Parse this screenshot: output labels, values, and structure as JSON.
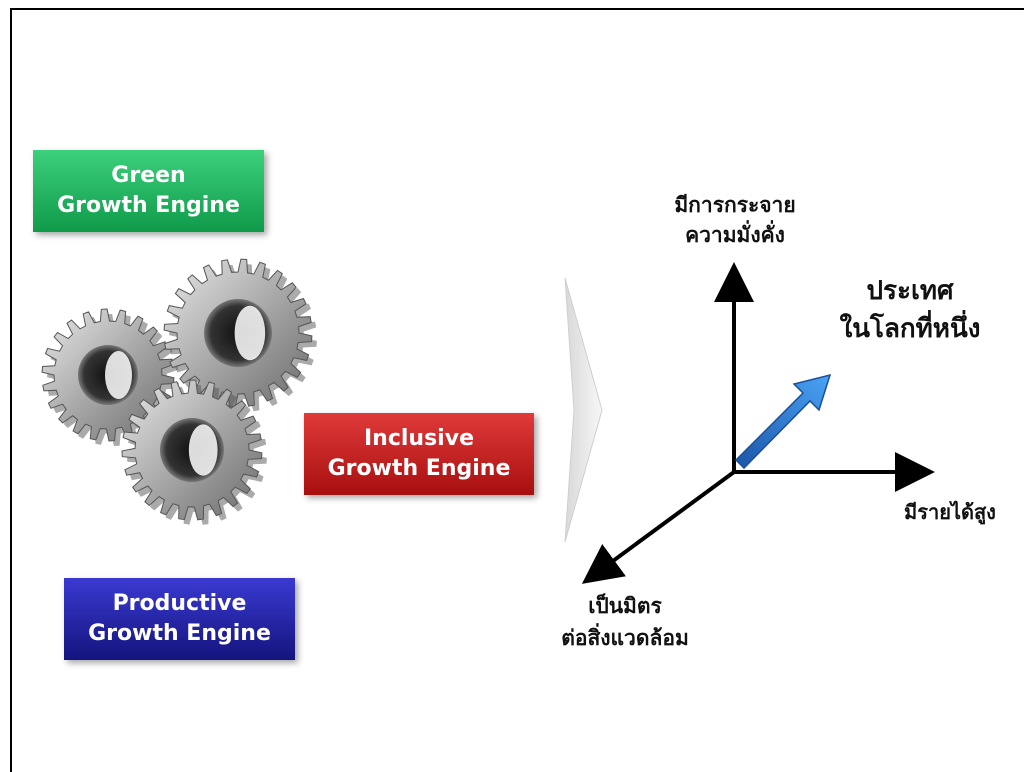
{
  "engines": {
    "green": {
      "line1": "Green",
      "line2": "Growth Engine",
      "color": "#1db05e"
    },
    "inclusive": {
      "line1": "Inclusive",
      "line2": "Growth Engine",
      "color": "#c41d1d"
    },
    "productive": {
      "line1": "Productive",
      "line2": "Growth Engine",
      "color": "#1c1c9e"
    }
  },
  "axes": {
    "up_line1": "มีการกระจาย",
    "up_line2": "ความมั่งคั่ง",
    "right": "มีรายได้สูง",
    "down_line1": "เป็นมิตร",
    "down_line2": "ต่อสิ่งแวดล้อม",
    "target_line1": "ประเทศ",
    "target_line2": "ในโลกที่หนึ่ง",
    "arrow_color": "#2a7ad8"
  }
}
